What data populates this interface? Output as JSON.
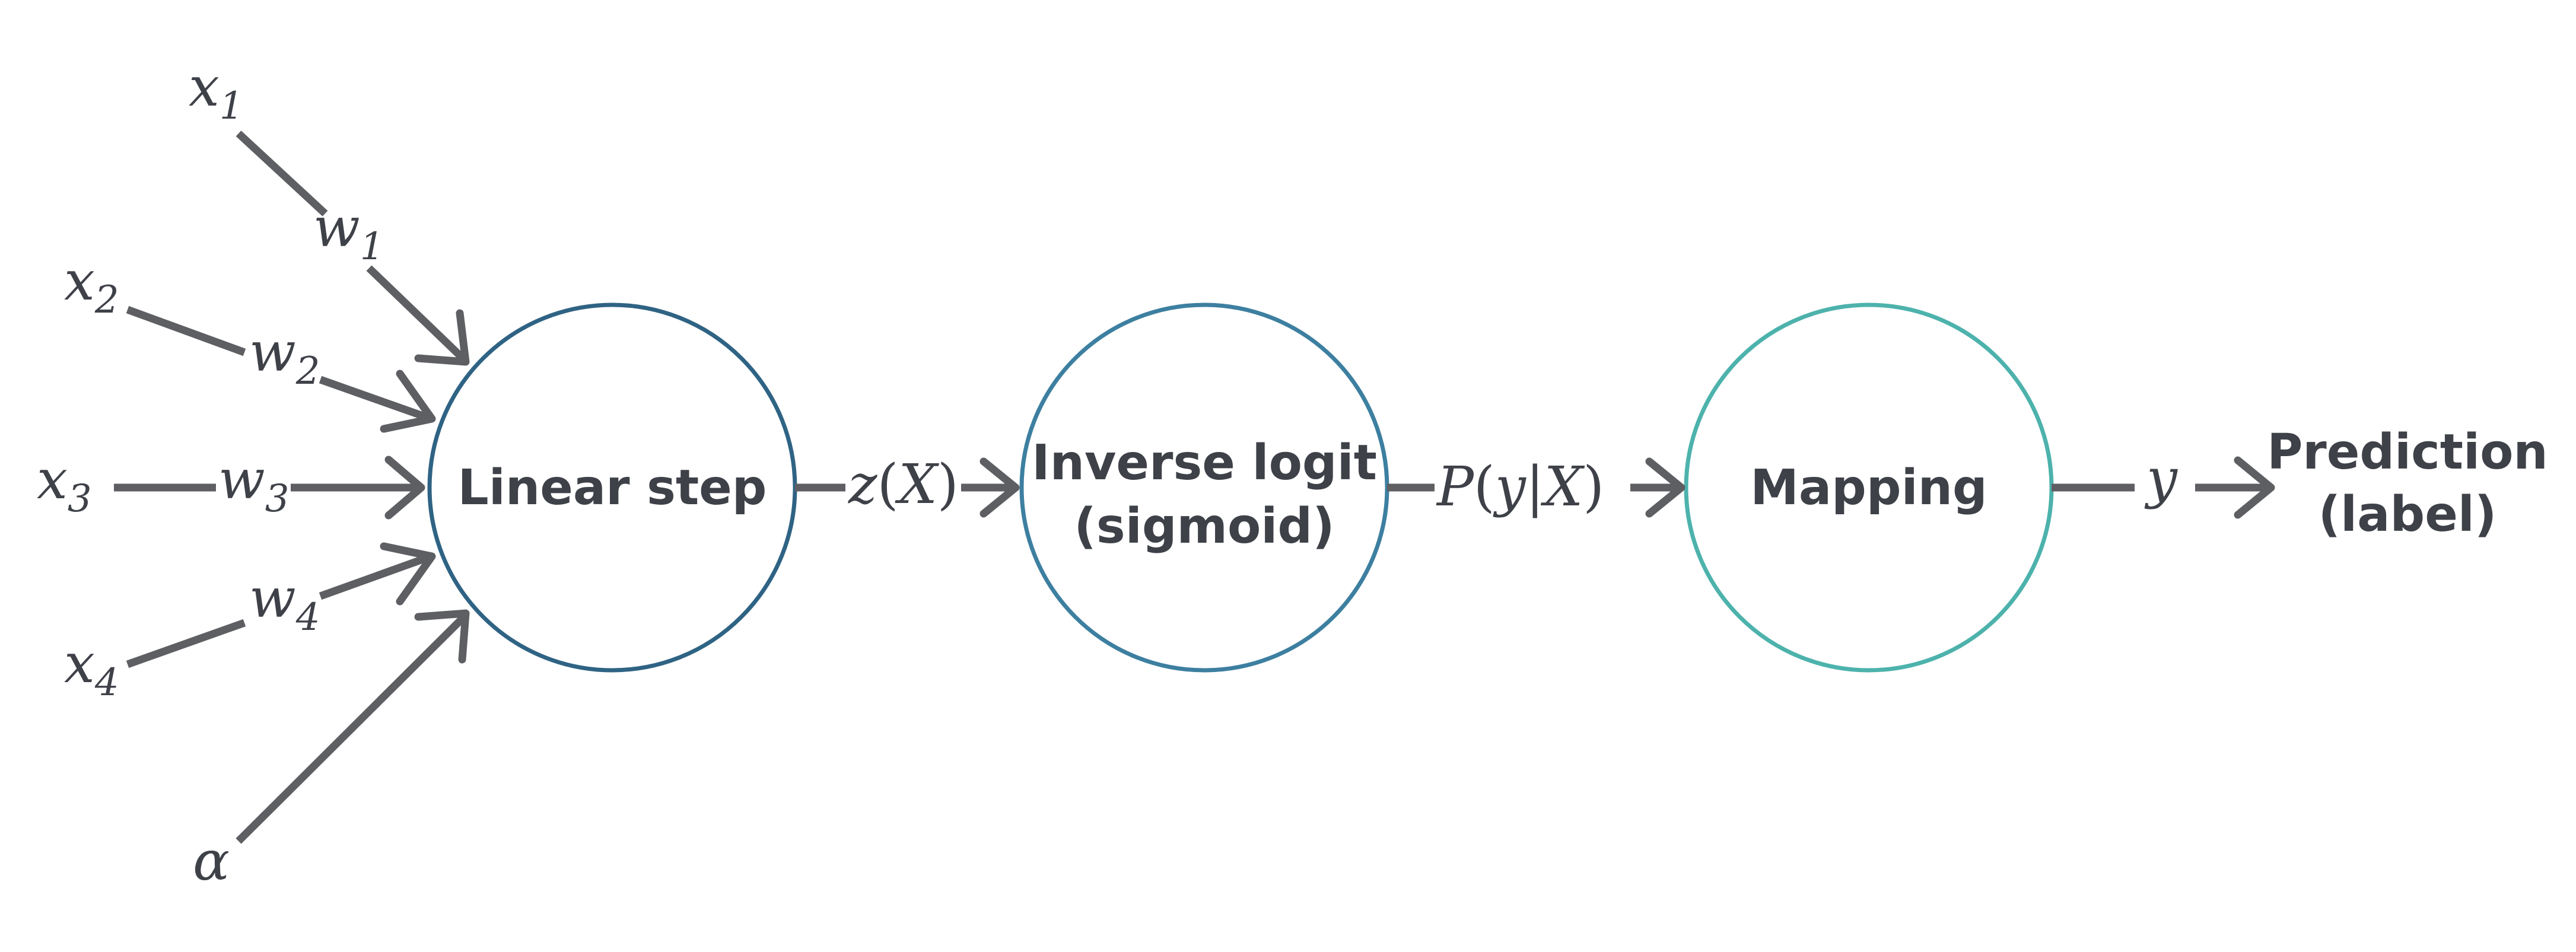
{
  "nodes": {
    "linear": {
      "label": "Linear step",
      "color": "#2f6384"
    },
    "sigmoid": {
      "label_line1": "Inverse logit",
      "label_line2": "(sigmoid)",
      "color": "#3d7fa0"
    },
    "mapping": {
      "label": "Mapping",
      "color": "#4db2ac"
    }
  },
  "inputs": [
    {
      "var": "x",
      "sub": "1",
      "weight_var": "w",
      "weight_sub": "1"
    },
    {
      "var": "x",
      "sub": "2",
      "weight_var": "w",
      "weight_sub": "2"
    },
    {
      "var": "x",
      "sub": "3",
      "weight_var": "w",
      "weight_sub": "3"
    },
    {
      "var": "x",
      "sub": "4",
      "weight_var": "w",
      "weight_sub": "4"
    }
  ],
  "bias": {
    "symbol": "α"
  },
  "edges": {
    "z_of_x": {
      "z": "z",
      "open": "(",
      "x": "X",
      "close": ")"
    },
    "prob": {
      "p": "P",
      "open": "(",
      "y": "y",
      "bar": "|",
      "x": "X",
      "close": ")"
    },
    "y": {
      "symbol": "y"
    }
  },
  "output": {
    "line1": "Prediction",
    "line2": "(label)"
  },
  "colors": {
    "edge": "#5e5f63",
    "text": "#3f4149"
  }
}
